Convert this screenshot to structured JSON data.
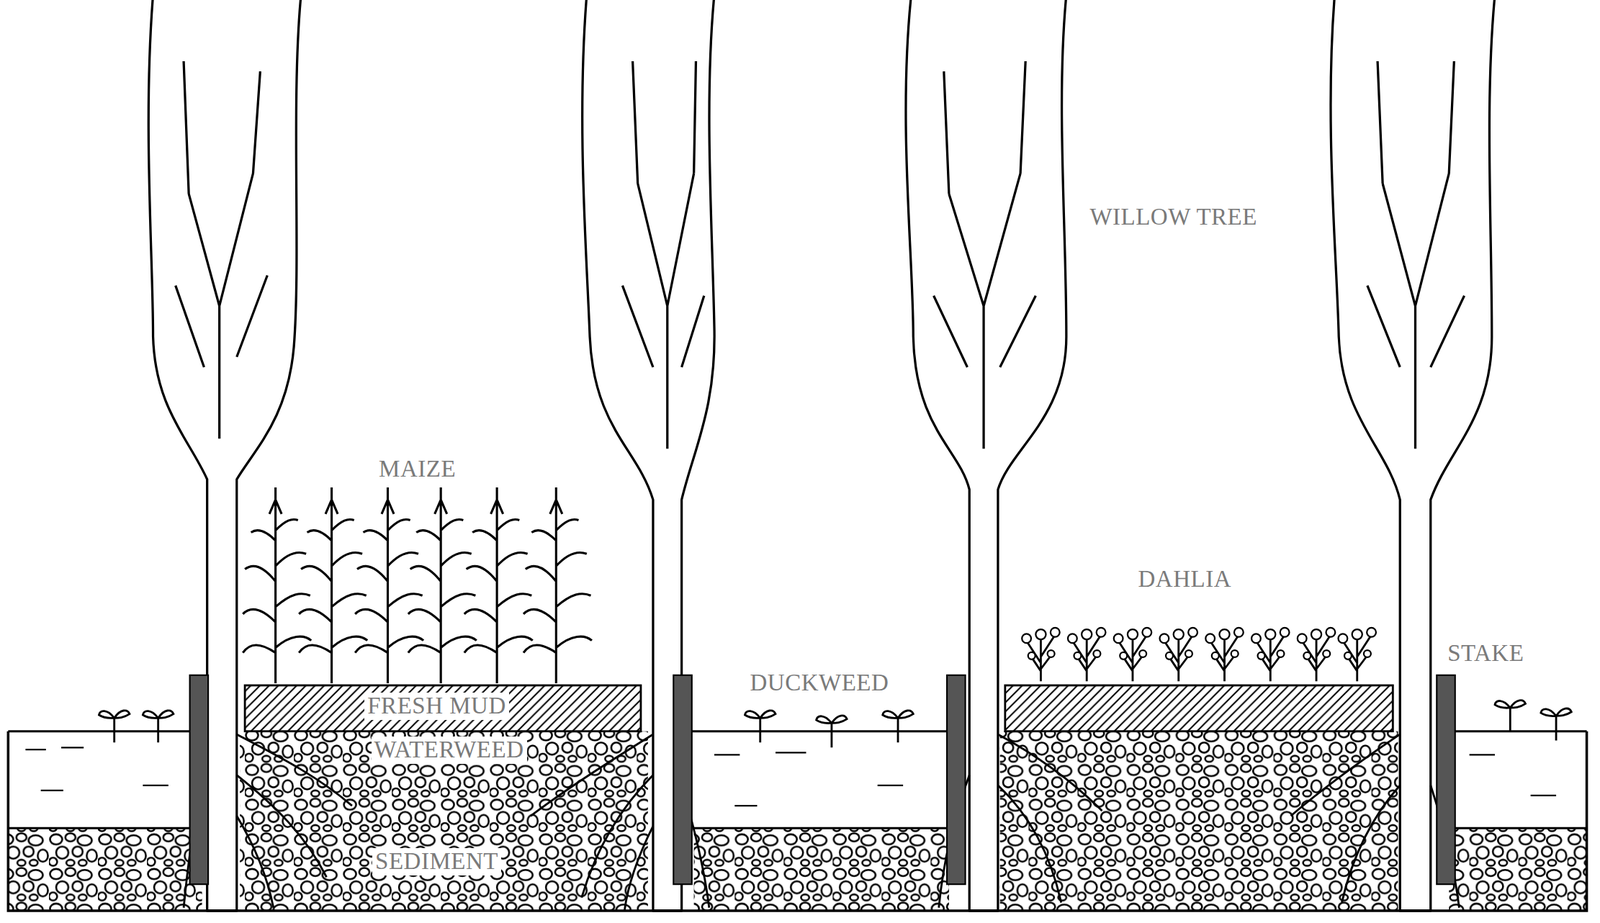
{
  "diagram": {
    "labels": [
      "WILLOW TREE",
      "MAIZE",
      "DAHLIA",
      "STAKE",
      "DUCKWEED",
      "FRESH MUD",
      "WATERWEED",
      "SEDIMENT"
    ]
  }
}
